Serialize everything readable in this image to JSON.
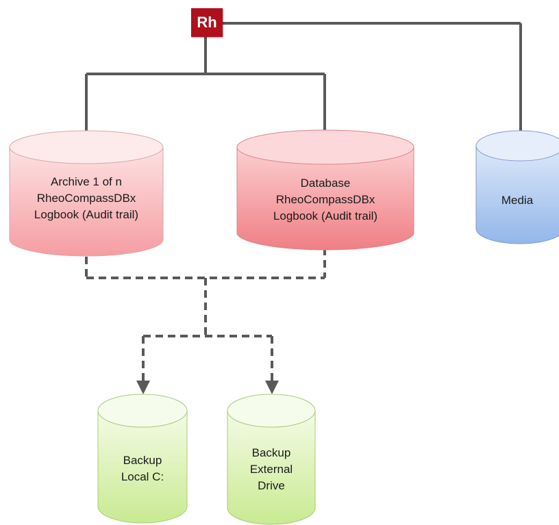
{
  "logo": {
    "text": "Rh",
    "color": "#b0101b"
  },
  "nodes": {
    "archive": {
      "lines": [
        "Archive 1 of n",
        "RheoCompassDBx",
        "Logbook (Audit trail)"
      ],
      "color": "#f7a3a8"
    },
    "database": {
      "lines": [
        "Database",
        "RheoCompassDBx",
        "Logbook (Audit trail)"
      ],
      "color": "#f48a8f"
    },
    "media": {
      "lines": [
        "Media"
      ],
      "color": "#a9c6ef"
    },
    "backup_local": {
      "lines": [
        "Backup",
        "Local C:"
      ],
      "color": "#d6f1a8"
    },
    "backup_external": {
      "lines": [
        "Backup",
        "External",
        "Drive"
      ],
      "color": "#dcf3b6"
    }
  },
  "edges": [
    {
      "from": "logo",
      "to": "archive",
      "style": "solid"
    },
    {
      "from": "logo",
      "to": "database",
      "style": "solid"
    },
    {
      "from": "logo",
      "to": "media",
      "style": "solid"
    },
    {
      "from": "archive",
      "to": "backup_local",
      "style": "dashed"
    },
    {
      "from": "database",
      "to": "backup_external",
      "style": "dashed"
    }
  ]
}
